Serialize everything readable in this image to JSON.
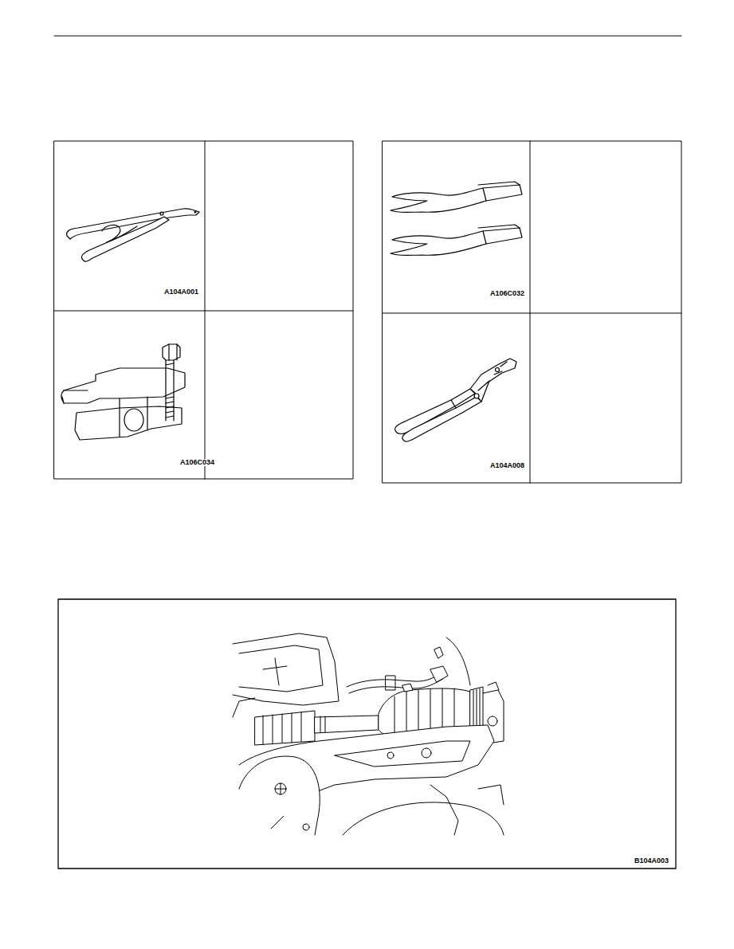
{
  "diagram": {
    "labels": [
      "A104A001",
      "A106C034",
      "A106C032",
      "A104A008",
      "B104A003"
    ]
  }
}
